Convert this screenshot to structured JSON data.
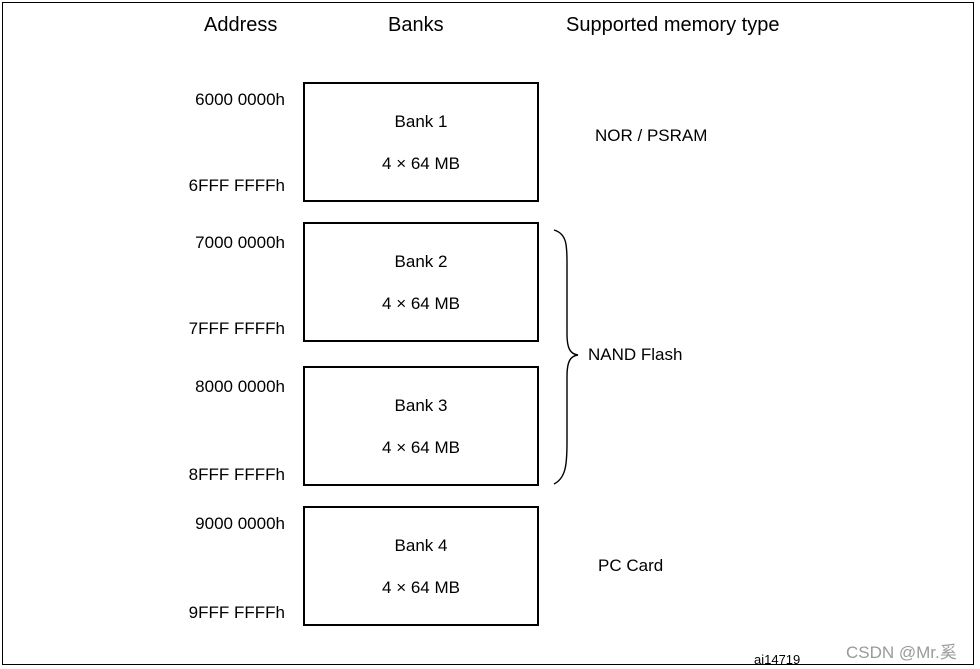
{
  "headers": {
    "address": "Address",
    "banks": "Banks",
    "memory_type": "Supported memory type"
  },
  "banks": [
    {
      "name": "Bank 1",
      "size": "4 × 64 MB",
      "start": "6000 0000h",
      "end": "6FFF FFFFh"
    },
    {
      "name": "Bank 2",
      "size": "4 × 64 MB",
      "start": "7000 0000h",
      "end": "7FFF FFFFh"
    },
    {
      "name": "Bank 3",
      "size": "4 × 64 MB",
      "start": "8000 0000h",
      "end": "8FFF FFFFh"
    },
    {
      "name": "Bank 4",
      "size": "4 × 64 MB",
      "start": "9000 0000h",
      "end": "9FFF FFFFh"
    }
  ],
  "memory_types": {
    "bank1": "NOR /  PSRAM",
    "bank2_3": "NAND Flash",
    "bank4": "PC Card"
  },
  "figure_id": "ai14719",
  "watermark": "CSDN @Mr.奚"
}
